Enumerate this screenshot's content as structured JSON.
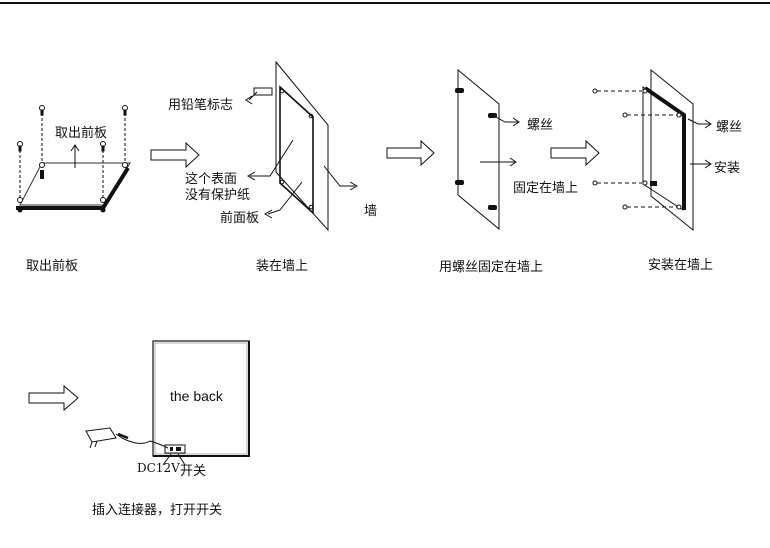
{
  "steps": [
    {
      "caption": "取出前板",
      "labels": {
        "remove": "取出前板"
      }
    },
    {
      "caption": "装在墙上",
      "labels": {
        "pencil_mark": "用铅笔标志",
        "surface_line1": "这个表面",
        "surface_line2": "没有保护纸",
        "front_panel": "前面板",
        "wall": "墙"
      }
    },
    {
      "caption": "用螺丝固定在墙上",
      "labels": {
        "screw": "螺丝",
        "fix_on_wall": "固定在墙上"
      }
    },
    {
      "caption": "安装在墙上",
      "labels": {
        "screw": "螺丝",
        "install": "安装"
      }
    },
    {
      "caption": "插入连接器，打开开关",
      "labels": {
        "back": "the back",
        "dc": "DC12V",
        "switch": "开关"
      }
    }
  ],
  "colors": {
    "line": "#111111",
    "background": "#ffffff"
  }
}
